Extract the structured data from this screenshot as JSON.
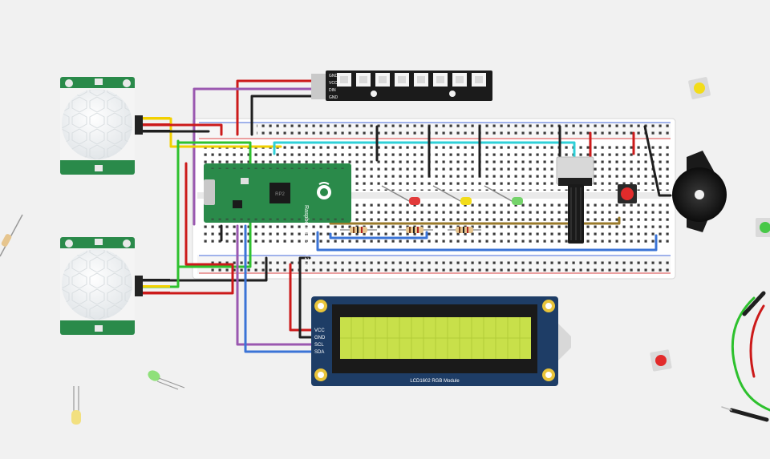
{
  "neopixel": {
    "pins": [
      "GND",
      "VCC",
      "DIN",
      "GND"
    ]
  },
  "pico": {
    "label": "Raspberry Pi Pico © 2020",
    "chip_text": "RP2"
  },
  "lcd": {
    "pins": [
      "VCC",
      "GND",
      "SCL",
      "SDA"
    ],
    "title": "LCD1602 RGB Module"
  },
  "colors": {
    "background": "#f1f1f1",
    "pcb_green": "#2a8a4a",
    "wire_red": "#cc1a1a",
    "wire_black": "#1f1f1f",
    "wire_yellow": "#f2d000",
    "wire_green": "#2ec12e",
    "wire_purple": "#9a58b0",
    "wire_blue": "#3b74d6",
    "wire_cyan": "#2fd0d8",
    "wire_brown": "#9a7a2a",
    "lcd_screen": "#c8e04a",
    "lcd_board": "#1e3d66"
  }
}
